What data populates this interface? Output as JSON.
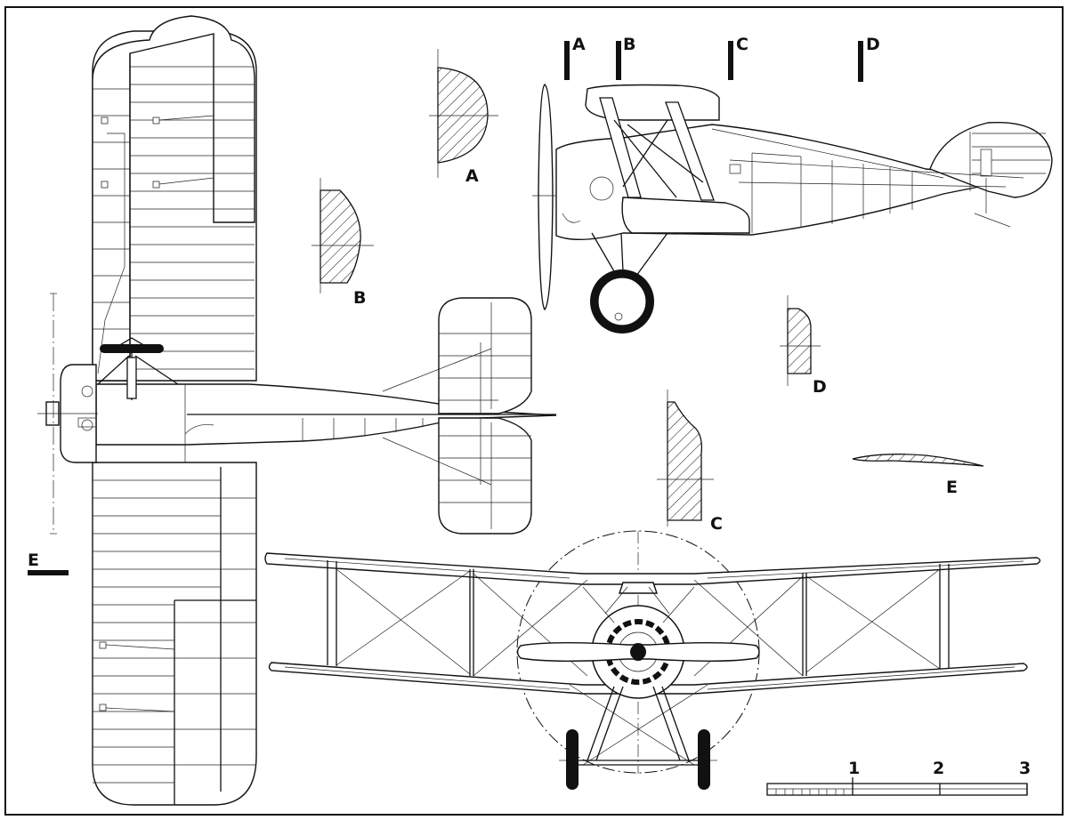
{
  "drawing": {
    "section_markers": [
      "A",
      "B",
      "C",
      "D"
    ],
    "section_labels": [
      "A",
      "B",
      "C",
      "D",
      "E"
    ],
    "plan_marker_label": "E",
    "scale_numbers": [
      "1",
      "2",
      "3"
    ]
  }
}
